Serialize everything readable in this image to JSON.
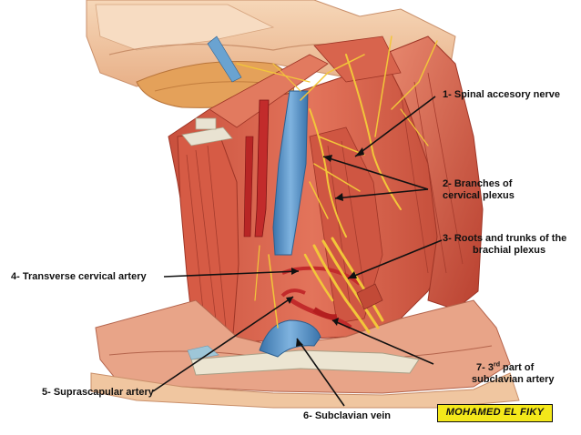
{
  "labels": {
    "l1": "1- Spinal accesory nerve",
    "l2a": "2- Branches of",
    "l2b": "cervical plexus",
    "l3a": "3- Roots and trunks of the",
    "l3b": "brachial plexus",
    "l4": "4- Transverse cervical artery",
    "l5": "5- Suprascapular artery",
    "l6": "6- Subclavian vein",
    "l7_num": "7-  3",
    "l7_sup": "rd",
    "l7_rest": " part of",
    "l7b": "subclavian artery"
  },
  "badge": "MOHAMED EL FIKY",
  "colors": {
    "muscle": "#d9604a",
    "muscle_dark": "#a8372a",
    "muscle_light": "#ee9a82",
    "skin": "#f3c9a6",
    "nerve": "#f2c63a",
    "vein": "#4f8fc4",
    "artery": "#c0292a",
    "bone": "#e7e1cf",
    "badge_bg": "#f4e81a"
  }
}
